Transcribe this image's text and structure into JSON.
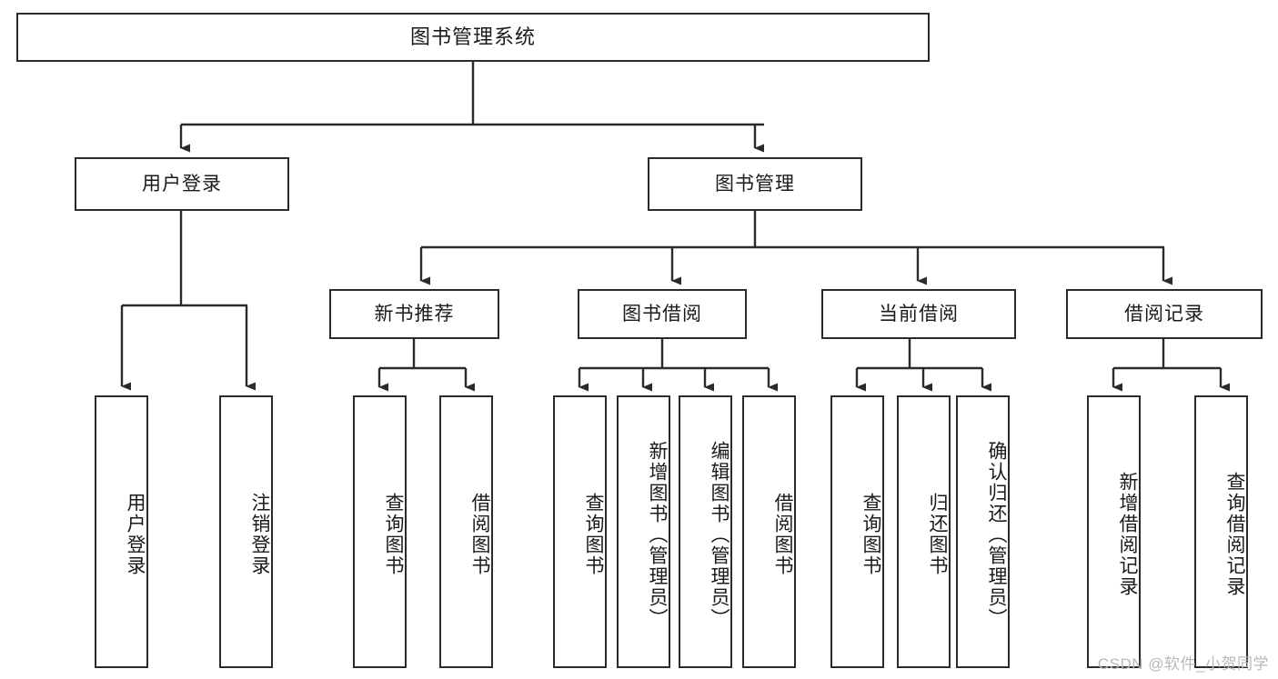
{
  "diagram": {
    "title": "图书管理系统",
    "type": "tree-hierarchy",
    "watermark": "CSDN @软件_小贺同学",
    "colors": {
      "stroke": "#2b2b2b",
      "fill": "#ffffff",
      "text": "#1a1a1a",
      "watermark": "#b9b9b9"
    }
  },
  "nodes": {
    "root": {
      "label": "图书管理系统"
    },
    "level1": [
      {
        "id": "user-login",
        "label": "用户登录"
      },
      {
        "id": "book-manage",
        "label": "图书管理"
      }
    ],
    "level2": [
      {
        "id": "new-book-recommend",
        "label": "新书推荐"
      },
      {
        "id": "book-borrow",
        "label": "图书借阅"
      },
      {
        "id": "current-borrow",
        "label": "当前借阅"
      },
      {
        "id": "borrow-record",
        "label": "借阅记录"
      }
    ],
    "leaves": {
      "user-login": [
        {
          "id": "leaf-user-login",
          "label": "用户登录"
        },
        {
          "id": "leaf-logout-login",
          "label": "注销登录"
        }
      ],
      "new-book-recommend": [
        {
          "id": "leaf-query-book-1",
          "label": "查询图书"
        },
        {
          "id": "leaf-borrow-book-1",
          "label": "借阅图书"
        }
      ],
      "book-borrow": [
        {
          "id": "leaf-query-book-2",
          "label": "查询图书"
        },
        {
          "id": "leaf-add-book",
          "label": "新增图书（管理员）"
        },
        {
          "id": "leaf-edit-book",
          "label": "编辑图书（管理员）"
        },
        {
          "id": "leaf-borrow-book-2",
          "label": "借阅图书"
        }
      ],
      "current-borrow": [
        {
          "id": "leaf-query-book-3",
          "label": "查询图书"
        },
        {
          "id": "leaf-return-book",
          "label": "归还图书"
        },
        {
          "id": "leaf-confirm-return",
          "label": "确认归还（管理员）"
        }
      ],
      "borrow-record": [
        {
          "id": "leaf-add-record",
          "label": "新增借阅记录"
        },
        {
          "id": "leaf-query-record",
          "label": "查询借阅记录"
        }
      ]
    }
  }
}
